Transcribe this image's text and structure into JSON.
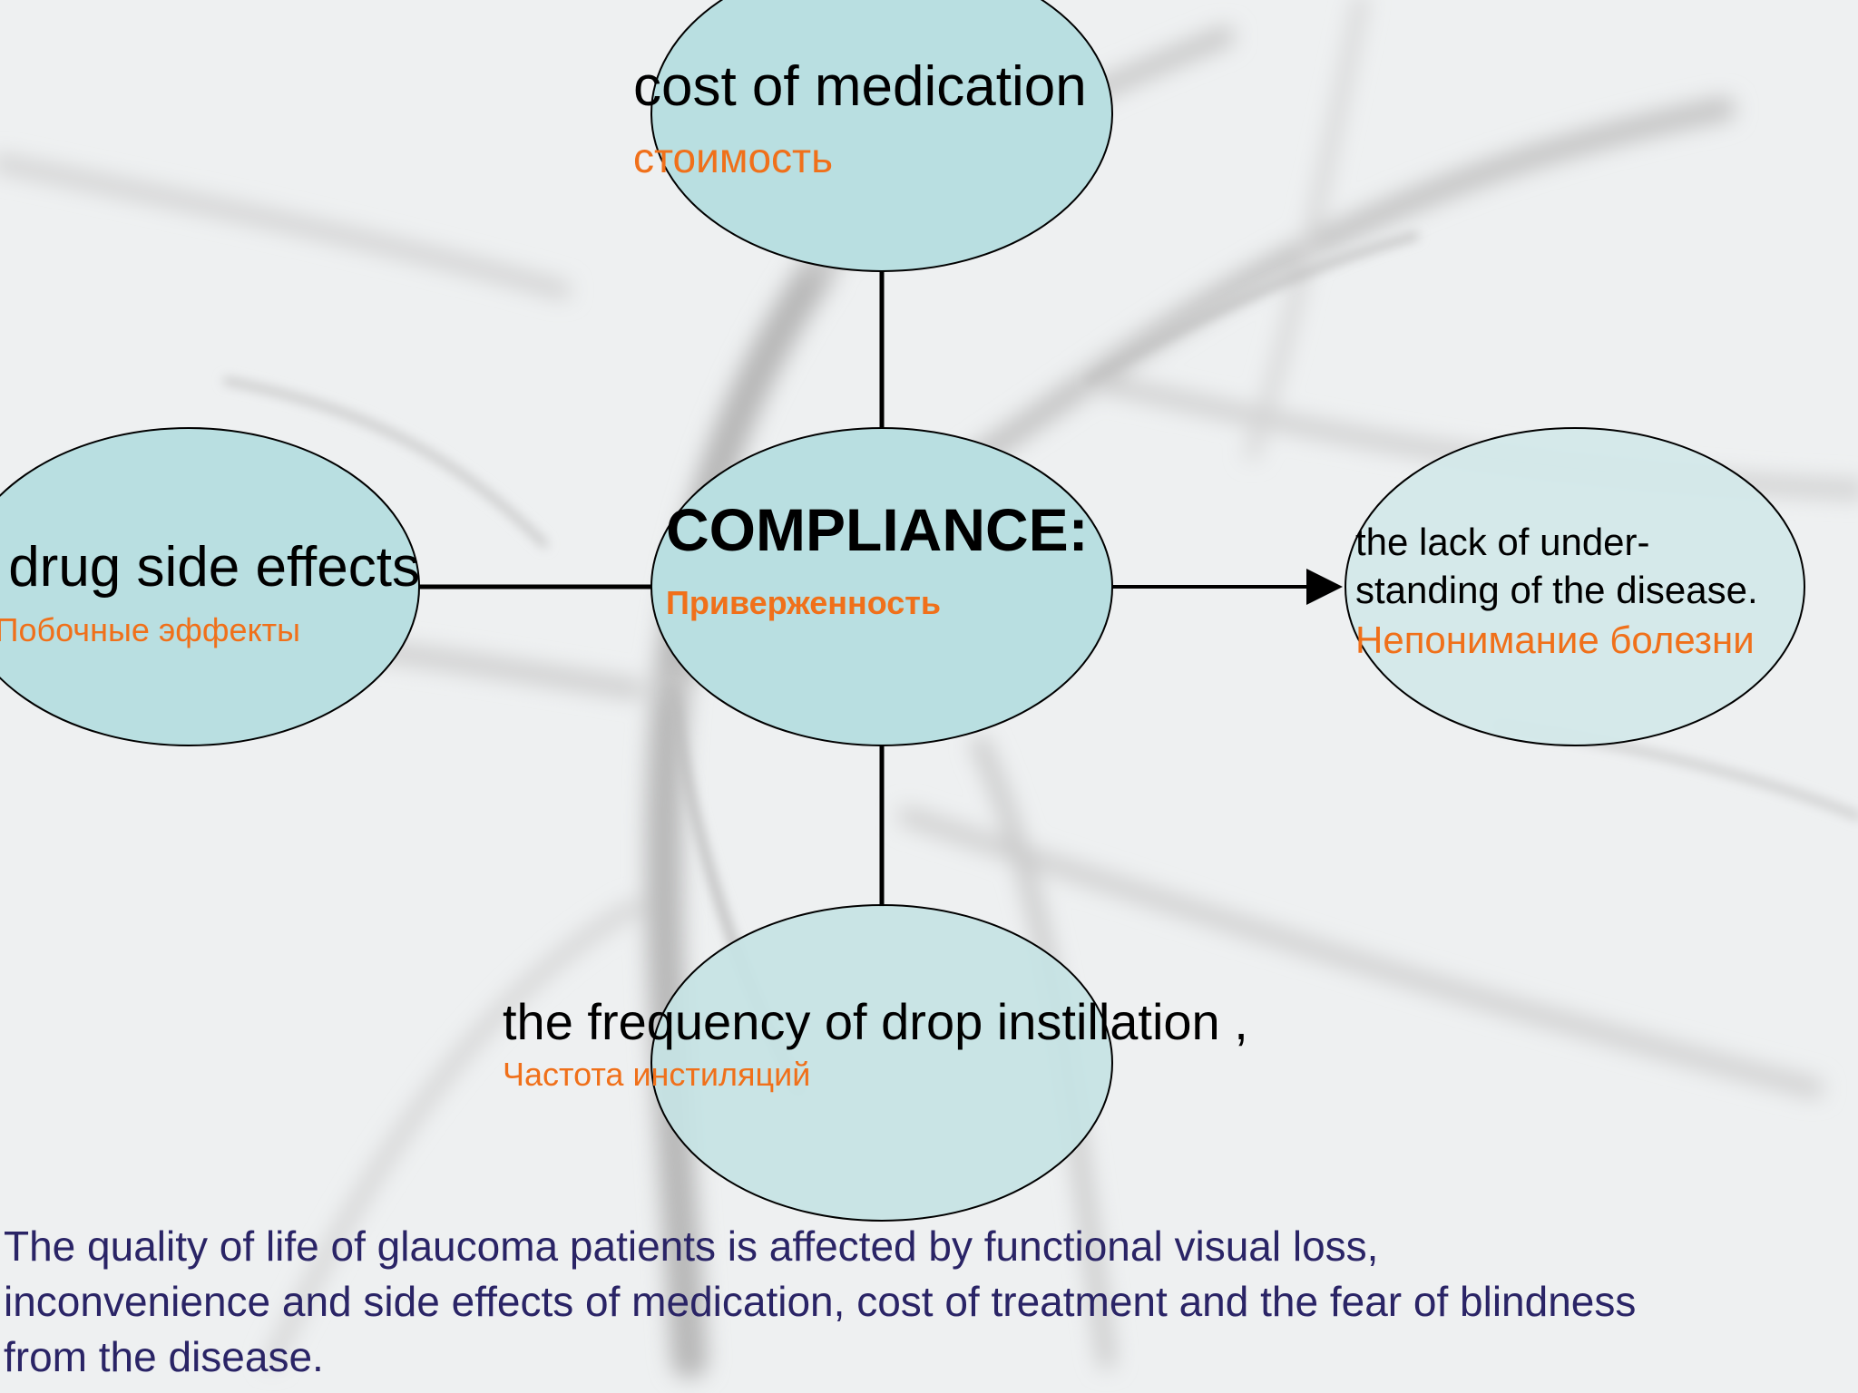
{
  "center": {
    "title": "COMPLIANCE:",
    "subtitle": "Приверженность"
  },
  "nodes": {
    "top": {
      "label": "cost of medication",
      "sublabel": "стоимость"
    },
    "left": {
      "label": "drug side effects",
      "sublabel": "Побочные эффекты"
    },
    "right": {
      "label_line1": "the lack of under-",
      "label_line2": "standing of the disease.",
      "sublabel": "Непонимание болезни"
    },
    "bottom": {
      "label": "the frequency of drop instillation ,",
      "sublabel": "Частота инстиляций"
    }
  },
  "caption": {
    "line1": "The quality of life of glaucoma patients is affected by functional visual loss,",
    "line2": "inconvenience and side effects of medication, cost of treatment and the fear of blindness",
    "line3": "from the disease."
  },
  "colors": {
    "ellipse_fill": "#b9dfe1",
    "ellipse_stroke": "#000000",
    "english_text": "#000000",
    "russian_text": "#f0701a",
    "caption_text": "#2a2466",
    "background": "#eef0f1"
  }
}
